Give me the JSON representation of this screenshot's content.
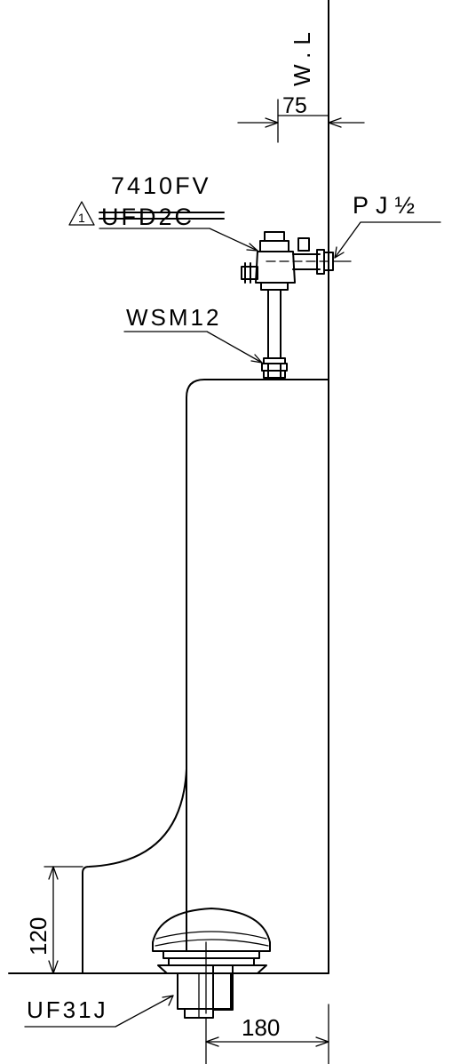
{
  "labels": {
    "wall": "W.L",
    "offset": "75",
    "valve_new": "7410FV",
    "revision_mark": "1",
    "valve_old": "UFD2C",
    "pipe_thread": "PJ½",
    "stop_valve": "WSM12",
    "height": "120",
    "trap": "UF31J",
    "trap_offset": "180"
  }
}
